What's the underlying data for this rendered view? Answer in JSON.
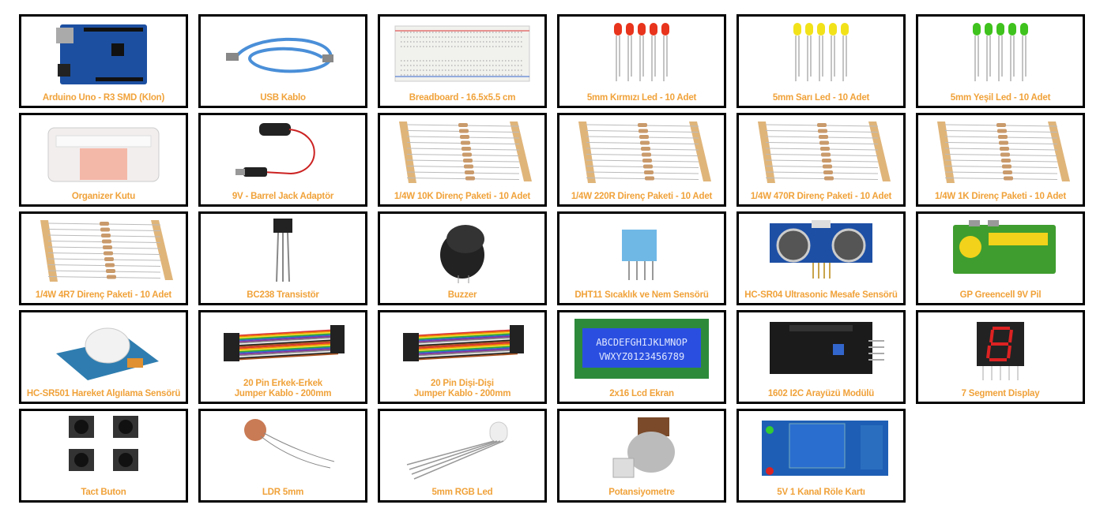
{
  "label_color": "#f0a23a",
  "products": [
    {
      "label": "Arduino Uno - R3 SMD (Klon)",
      "icon": "arduino-board"
    },
    {
      "label": "USB Kablo",
      "icon": "usb-cable"
    },
    {
      "label": "Breadboard - 16.5x5.5 cm",
      "icon": "breadboard"
    },
    {
      "label": "5mm Kırmızı Led - 10 Adet",
      "icon": "led",
      "color": "#e8341c"
    },
    {
      "label": "5mm Sarı Led - 10 Adet",
      "icon": "led",
      "color": "#f2e21a"
    },
    {
      "label": "5mm Yeşil Led - 10 Adet",
      "icon": "led",
      "color": "#3fc21d"
    },
    {
      "label": "Organizer Kutu",
      "icon": "organizer-box"
    },
    {
      "label": "9V - Barrel Jack Adaptör",
      "icon": "battery-clip"
    },
    {
      "label": "1/4W 10K Direnç Paketi - 10 Adet",
      "icon": "resistors"
    },
    {
      "label": "1/4W 220R Direnç Paketi - 10 Adet",
      "icon": "resistors"
    },
    {
      "label": "1/4W 470R Direnç Paketi - 10 Adet",
      "icon": "resistors"
    },
    {
      "label": "1/4W 1K Direnç Paketi - 10 Adet",
      "icon": "resistors"
    },
    {
      "label": "1/4W 4R7 Direnç Paketi - 10 Adet",
      "icon": "resistors"
    },
    {
      "label": "BC238 Transistör",
      "icon": "transistor"
    },
    {
      "label": "Buzzer",
      "icon": "buzzer"
    },
    {
      "label": "DHT11 Sıcaklık ve Nem Sensörü",
      "icon": "dht11"
    },
    {
      "label": "HC-SR04 Ultrasonic Mesafe Sensörü",
      "icon": "ultrasonic"
    },
    {
      "label": "GP Greencell 9V Pil",
      "icon": "battery"
    },
    {
      "label": "HC-SR501 Hareket Algılama Sensörü",
      "icon": "pir"
    },
    {
      "label": "20 Pin Erkek-Erkek\nJumper Kablo - 200mm",
      "icon": "jumper"
    },
    {
      "label": "20 Pin Dişi-Dişi\nJumper Kablo - 200mm",
      "icon": "jumper"
    },
    {
      "label": "2x16 Lcd Ekran",
      "icon": "lcd",
      "lcd_lines": [
        "ABCDEFGHIJKLMNOP",
        "VWXYZ0123456789"
      ]
    },
    {
      "label": "1602 I2C Arayüzü Modülü",
      "icon": "i2c"
    },
    {
      "label": "7 Segment Display",
      "icon": "segment"
    },
    {
      "label": "Tact Buton",
      "icon": "buttons"
    },
    {
      "label": "LDR 5mm",
      "icon": "ldr"
    },
    {
      "label": "5mm RGB Led",
      "icon": "rgb-led"
    },
    {
      "label": "Potansiyometre",
      "icon": "potentiometer"
    },
    {
      "label": "5V 1 Kanal Röle Kartı",
      "icon": "relay"
    }
  ]
}
